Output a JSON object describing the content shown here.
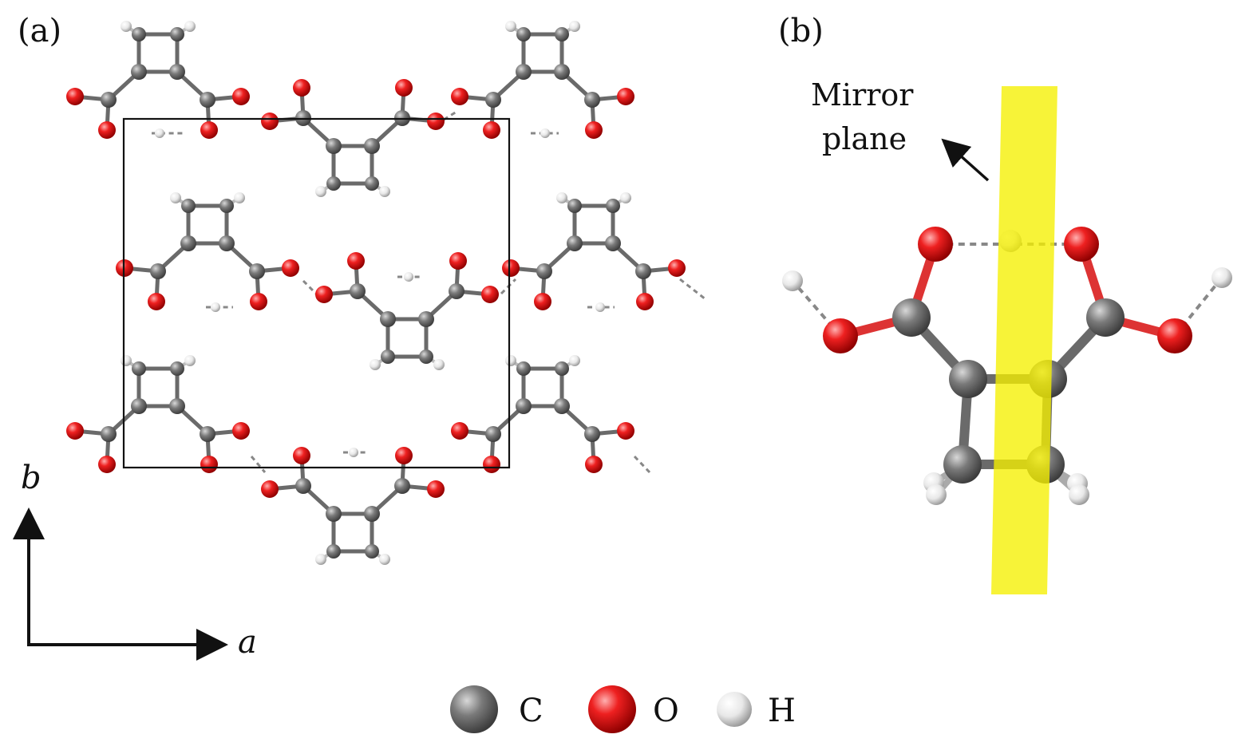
{
  "panel_a": {
    "label": "(a)",
    "axes": {
      "b_label": "b",
      "a_label": "a"
    }
  },
  "panel_b": {
    "label": "(b)",
    "annotation": {
      "line1": "Mirror",
      "line2": "plane"
    }
  },
  "legend": [
    {
      "element": "carbon",
      "label": "C",
      "color": "#666666"
    },
    {
      "element": "oxygen",
      "label": "O",
      "color": "#e02222"
    },
    {
      "element": "hydrogen",
      "label": "H",
      "color": "#eeeeee"
    }
  ],
  "colors": {
    "carbon": "#666666",
    "oxygen": "#e02222",
    "hydrogen": "#eeeeee",
    "mirror_plane": "#f5f000",
    "unit_cell": "#111111"
  }
}
